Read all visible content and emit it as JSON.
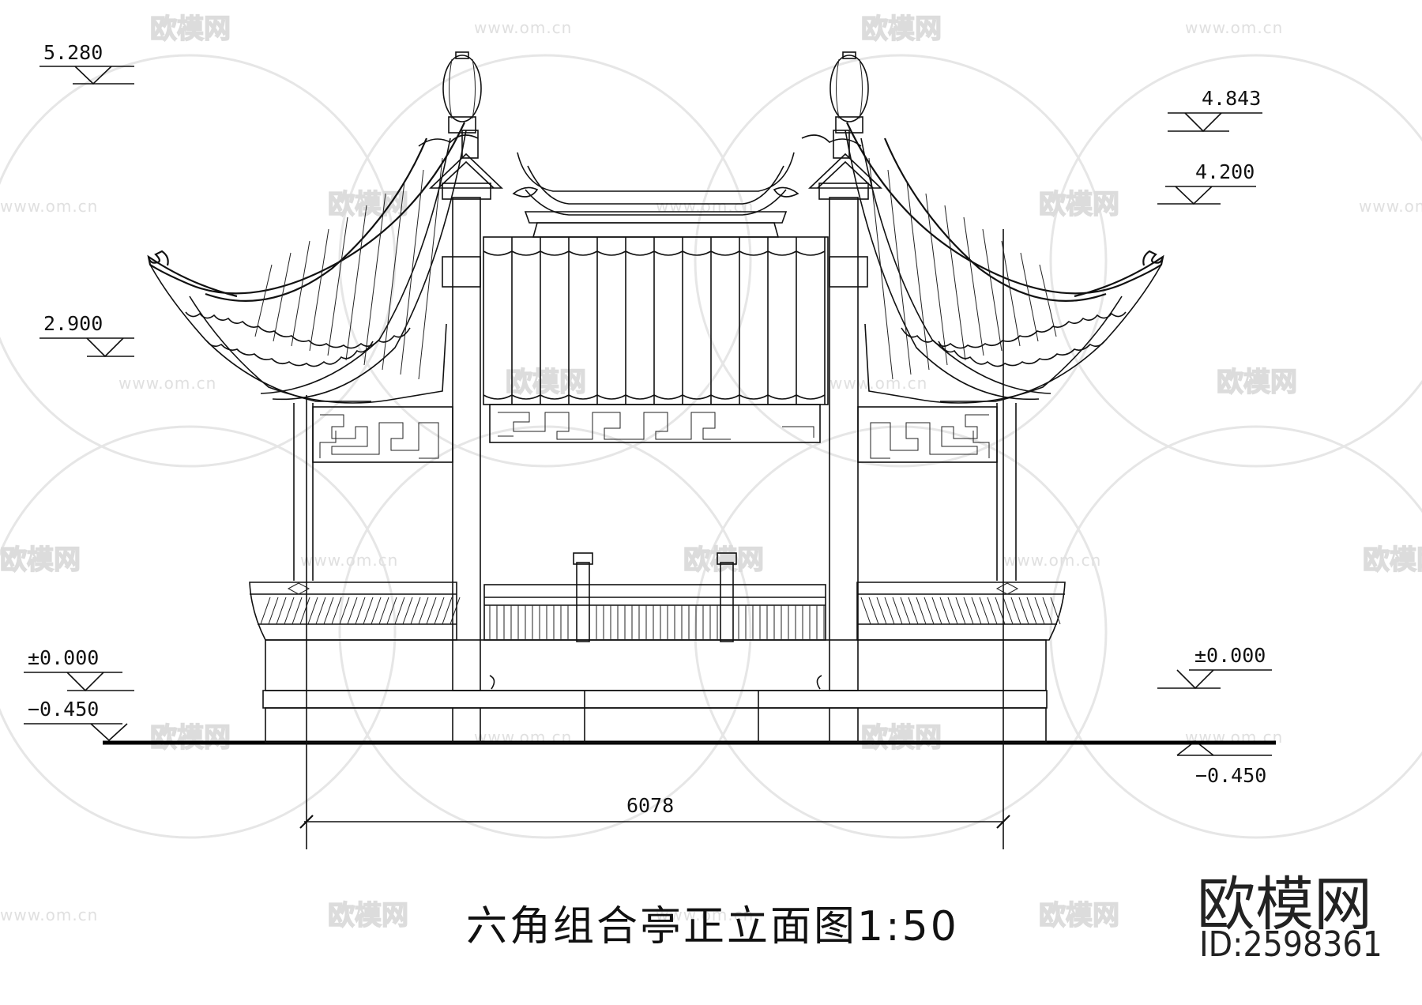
{
  "title": "六角组合亭正立面图1:50",
  "brand": {
    "name": "欧模网",
    "id_label": "ID:2598361"
  },
  "watermark": {
    "logo_text": "欧模网",
    "url": "www.om.cn"
  },
  "levels": {
    "left_top": "5.280",
    "right_top": "4.843",
    "right_mid": "4.200",
    "left_mid": "2.900",
    "left_zero": "±0.000",
    "right_zero": "±0.000",
    "left_ground": "−0.450",
    "right_ground": "−0.450"
  },
  "dimension": {
    "width": "6078"
  },
  "colors": {
    "line": "#111111",
    "watermark": "#dcdcdc",
    "background": "#ffffff"
  }
}
